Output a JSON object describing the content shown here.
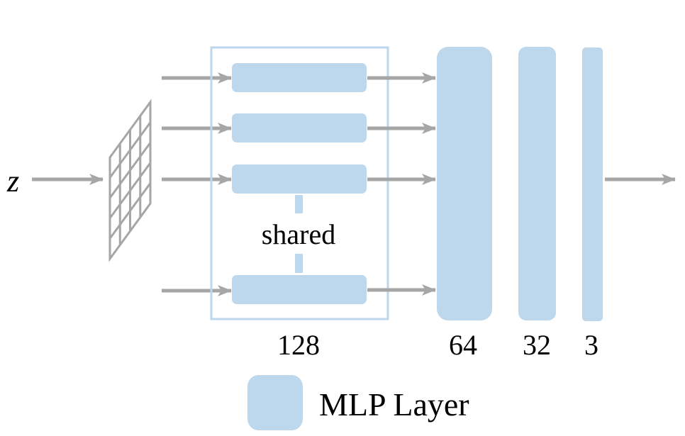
{
  "diagram": {
    "input_label": "z",
    "shared_label": "shared",
    "layer_sizes": {
      "shared_block": "128",
      "layer_64": "64",
      "layer_32": "32",
      "layer_3": "3"
    },
    "legend": {
      "label": "MLP Layer"
    }
  },
  "colors": {
    "mlp_fill": "#bdd7ec",
    "box_stroke": "#bdd7ec",
    "arrow": "#a6a6a6",
    "grid": "#a6a6a6",
    "text": "#000000"
  }
}
